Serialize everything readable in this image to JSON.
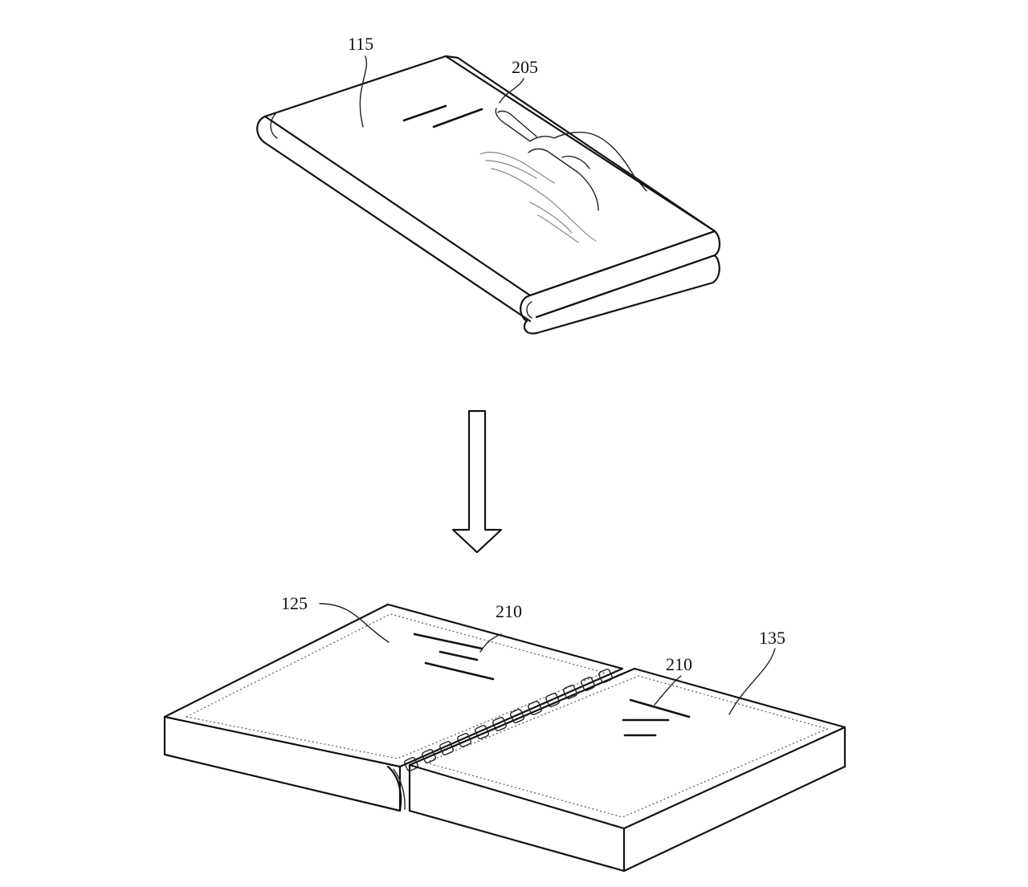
{
  "figure": {
    "labels": {
      "folded_display": "115",
      "touch_input": "205",
      "first_panel": "125",
      "second_panel": "135",
      "gesture_left": "210",
      "gesture_right": "210"
    }
  }
}
